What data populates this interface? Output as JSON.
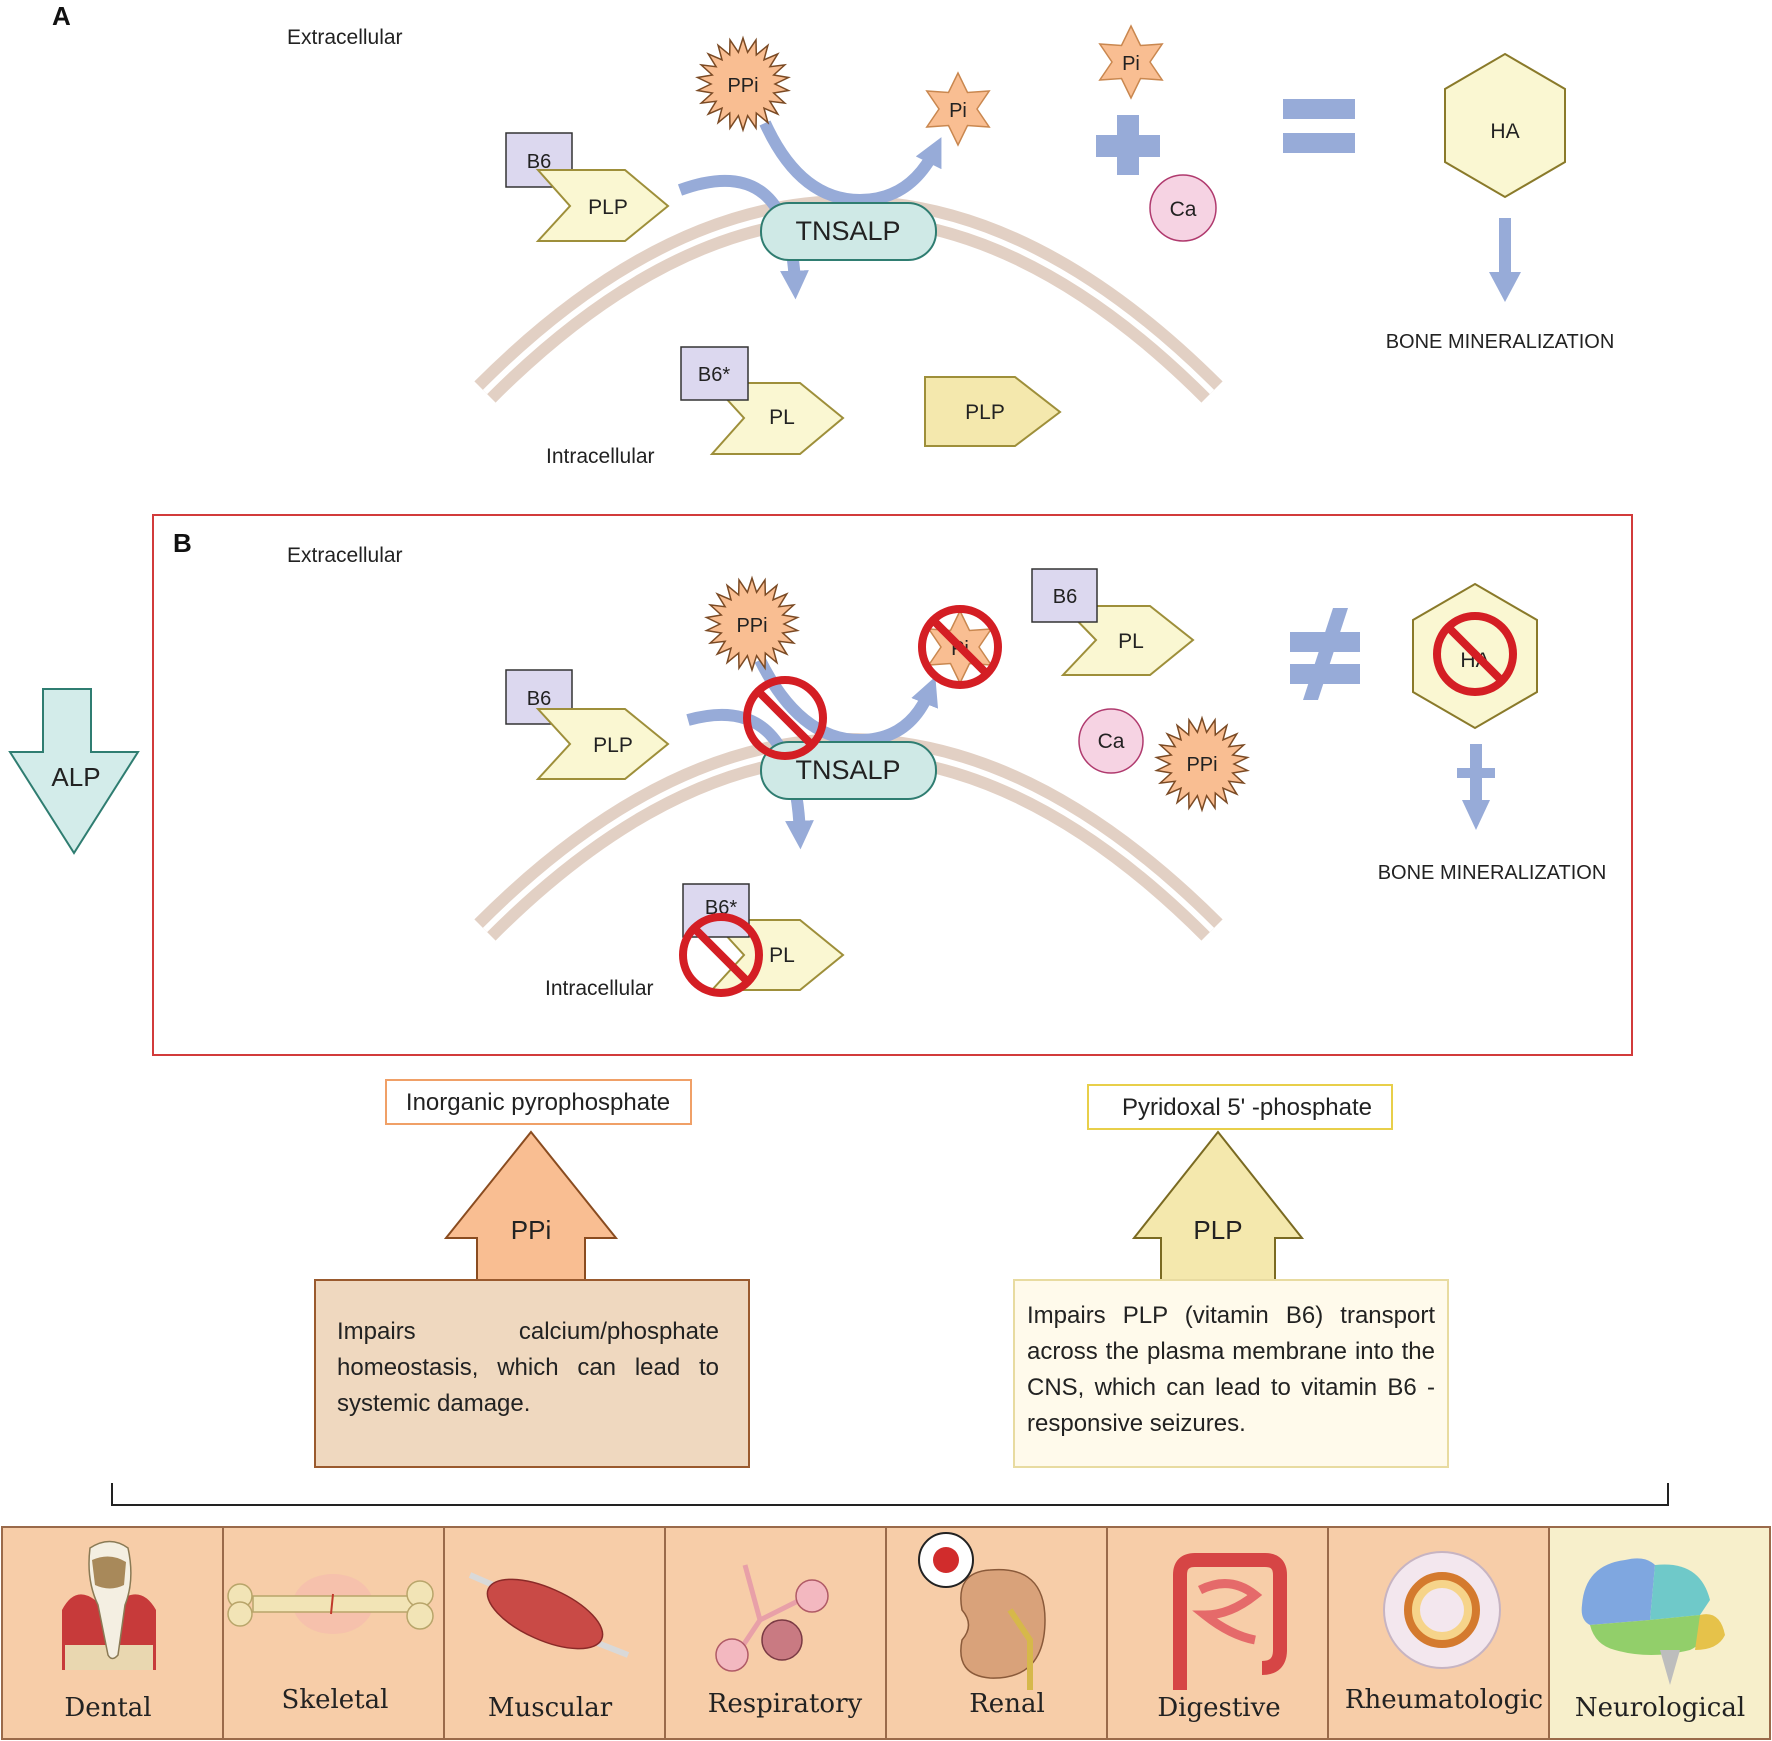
{
  "panel_a": {
    "label": "A",
    "extracellular": "Extracellular",
    "intracellular": "Intracellular",
    "ppi": "PPi",
    "pi_product": "Pi",
    "b6": "B6",
    "plp": "PLP",
    "enzyme": "TNSALP",
    "b6_star": "B6*",
    "pl": "PL",
    "plp_intracellular": "PLP",
    "pi": "Pi",
    "ca": "Ca",
    "ha": "HA",
    "outcome": "BONE MINERALIZATION"
  },
  "panel_b": {
    "label": "B",
    "extracellular": "Extracellular",
    "intracellular": "Intracellular",
    "ppi": "PPi",
    "pi_product": "Pi",
    "b6": "B6",
    "plp": "PLP",
    "enzyme": "TNSALP",
    "b6_star": "B6*",
    "pl": "PL",
    "b6_right": "B6",
    "pl_right": "PL",
    "ca": "Ca",
    "ppi_accumulated": "PPi",
    "ha": "HA",
    "outcome": "BONE MINERALIZATION",
    "alp": "ALP"
  },
  "consequences": {
    "ppi_title": "Inorganic pyrophosphate",
    "ppi_arrow": "PPi",
    "ppi_text": "Impairs calcium/phosphate homeostasis, which can lead to systemic damage.",
    "plp_title": "Pyridoxal 5' -phosphate",
    "plp_arrow": "PLP",
    "plp_text": "Impairs PLP (vitamin B6) transport across the plasma membrane into the CNS, which can lead to vitamin B6 -responsive seizures."
  },
  "systems": [
    {
      "label": "Dental",
      "icon": "tooth-icon"
    },
    {
      "label": "Skeletal",
      "icon": "bone-icon"
    },
    {
      "label": "Muscular",
      "icon": "muscle-icon"
    },
    {
      "label": "Respiratory",
      "icon": "lung-alveoli-icon"
    },
    {
      "label": "Renal",
      "icon": "kidney-icon"
    },
    {
      "label": "Digestive",
      "icon": "intestine-icon"
    },
    {
      "label": "Rheumatologic",
      "icon": "joint-icon"
    },
    {
      "label": "Neurological",
      "icon": "brain-icon"
    }
  ],
  "colors": {
    "phosphate": "#f9be92",
    "vitamin": "#faf7d2",
    "b6_box": "#dcd8ef",
    "enzyme": "#cfe9e6",
    "calcium": "#f6d3e3",
    "arrow": "#97abd8",
    "membrane": "#e2d0c4",
    "inhibit": "#d41e24",
    "panel_border": "#d23b3b",
    "alp_arrow": "#d3ecea",
    "system_box": "#f7cda8",
    "neuro_box": "#f7efcb"
  }
}
